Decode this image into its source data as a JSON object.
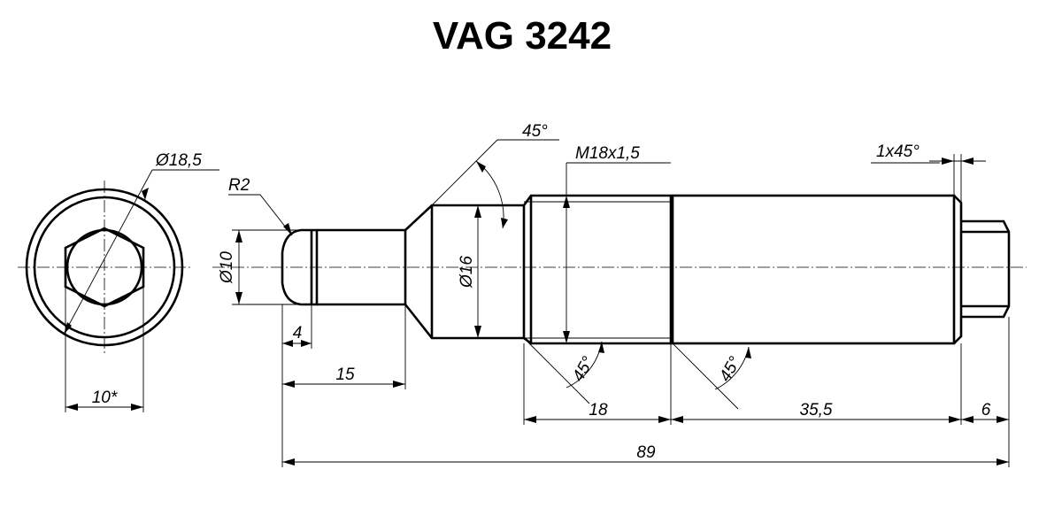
{
  "title": "VAG 3242",
  "dimensions": {
    "head_diameter": "Ø18,5",
    "hex_size": "10*",
    "tip_radius": "R2",
    "tip_diameter": "Ø10",
    "tip_length": "4",
    "pin_length": "15",
    "shaft_diameter": "Ø16",
    "cone_angle": "45°",
    "thread": "M18x1,5",
    "chamfer": "1x45°",
    "thread_chamfer_angle": "45°",
    "knurl_chamfer_angle": "45°",
    "thread_length": "18",
    "knurl_length": "35,5",
    "hex_length": "6",
    "total_length": "89"
  }
}
